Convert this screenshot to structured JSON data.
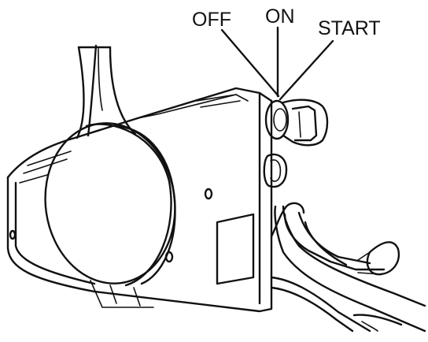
{
  "labels": {
    "off": "OFF",
    "on": "ON",
    "start": "START"
  },
  "colors": {
    "ink": "#111111",
    "background": "#ffffff"
  }
}
